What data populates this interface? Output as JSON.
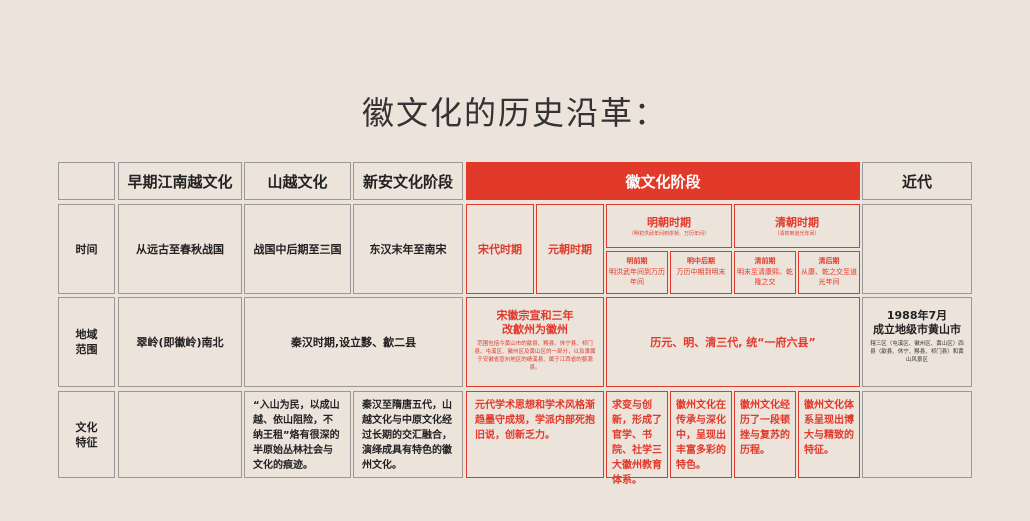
{
  "title": "徽文化的历史沿革：",
  "headers": {
    "c1": "早期江南越文化",
    "c2": "山越文化",
    "c3": "新安文化阶段",
    "c4": "徽文化阶段",
    "c5": "近代"
  },
  "rows": {
    "time": "时间",
    "region": "地域\n范围",
    "feature": "文化\n特征"
  },
  "time": {
    "c1": "从远古至春秋战国",
    "c2": "战国中后期至三国",
    "c3": "东汉末年至南宋",
    "song": "宋代时期",
    "yuan": "元朝时期",
    "ming": "明朝时期",
    "ming_sub": "（明初洪武年间到崇祯、万历年间）",
    "qing": "清朝时期",
    "qing_sub": "（清初到道光年间）",
    "ming_early_title": "明前期",
    "ming_early_desc": "明洪武年间到万历年间",
    "ming_mid_title": "明中后期",
    "ming_mid_desc": "万历中期到明末",
    "qing_early_title": "清前期",
    "qing_early_desc": "明末至清康熙、乾隆之交",
    "qing_late_title": "清后期",
    "qing_late_desc": "从康、乾之交至道光年间"
  },
  "region": {
    "c1": "翠岭(即徽岭)南北",
    "c23": "秦汉时期,设立黟、歙二县",
    "song_title": "宋徽宗宣和三年\n改歙州为徽州",
    "song_desc": "范围包括今黄山市的歙县、黟县、休宁县、祁门县、屯溪区、徽州区及黄山区的一部分，以及隶属于安徽省宣州地区的绩溪县、属于江西省的婺源县。",
    "ming_qing": "历元、明、清三代, 统“一府六县”",
    "modern_title": "1988年7月\n成立地级市黄山市",
    "modern_desc": "辖三区（屯溪区、徽州区、黄山区）四县（歙县、休宁、黟县、祁门县）和黄山风景区"
  },
  "feature": {
    "c2": "“入山为民，以成山越、依山阻险，不纳王租”烙有很深的半原始丛林社会与文化的痕迹。",
    "c3": "秦汉至隋唐五代，山越文化与中原文化经过长期的交汇融合，演绎成具有特色的徽州文化。",
    "songyuan": "元代学术思想和学术风格渐趋墨守成规，学派内部死抱旧说，创新乏力。",
    "f1": "求变与创新，形成了官学、书院、社学三大徽州教育体系。",
    "f2": "徽州文化在传承与深化中，呈现出丰富多彩的特色。",
    "f3": "徽州文化经历了一段顿挫与复苏的历程。",
    "f4": "徽州文化体系呈现出博大与精致的特征。"
  }
}
